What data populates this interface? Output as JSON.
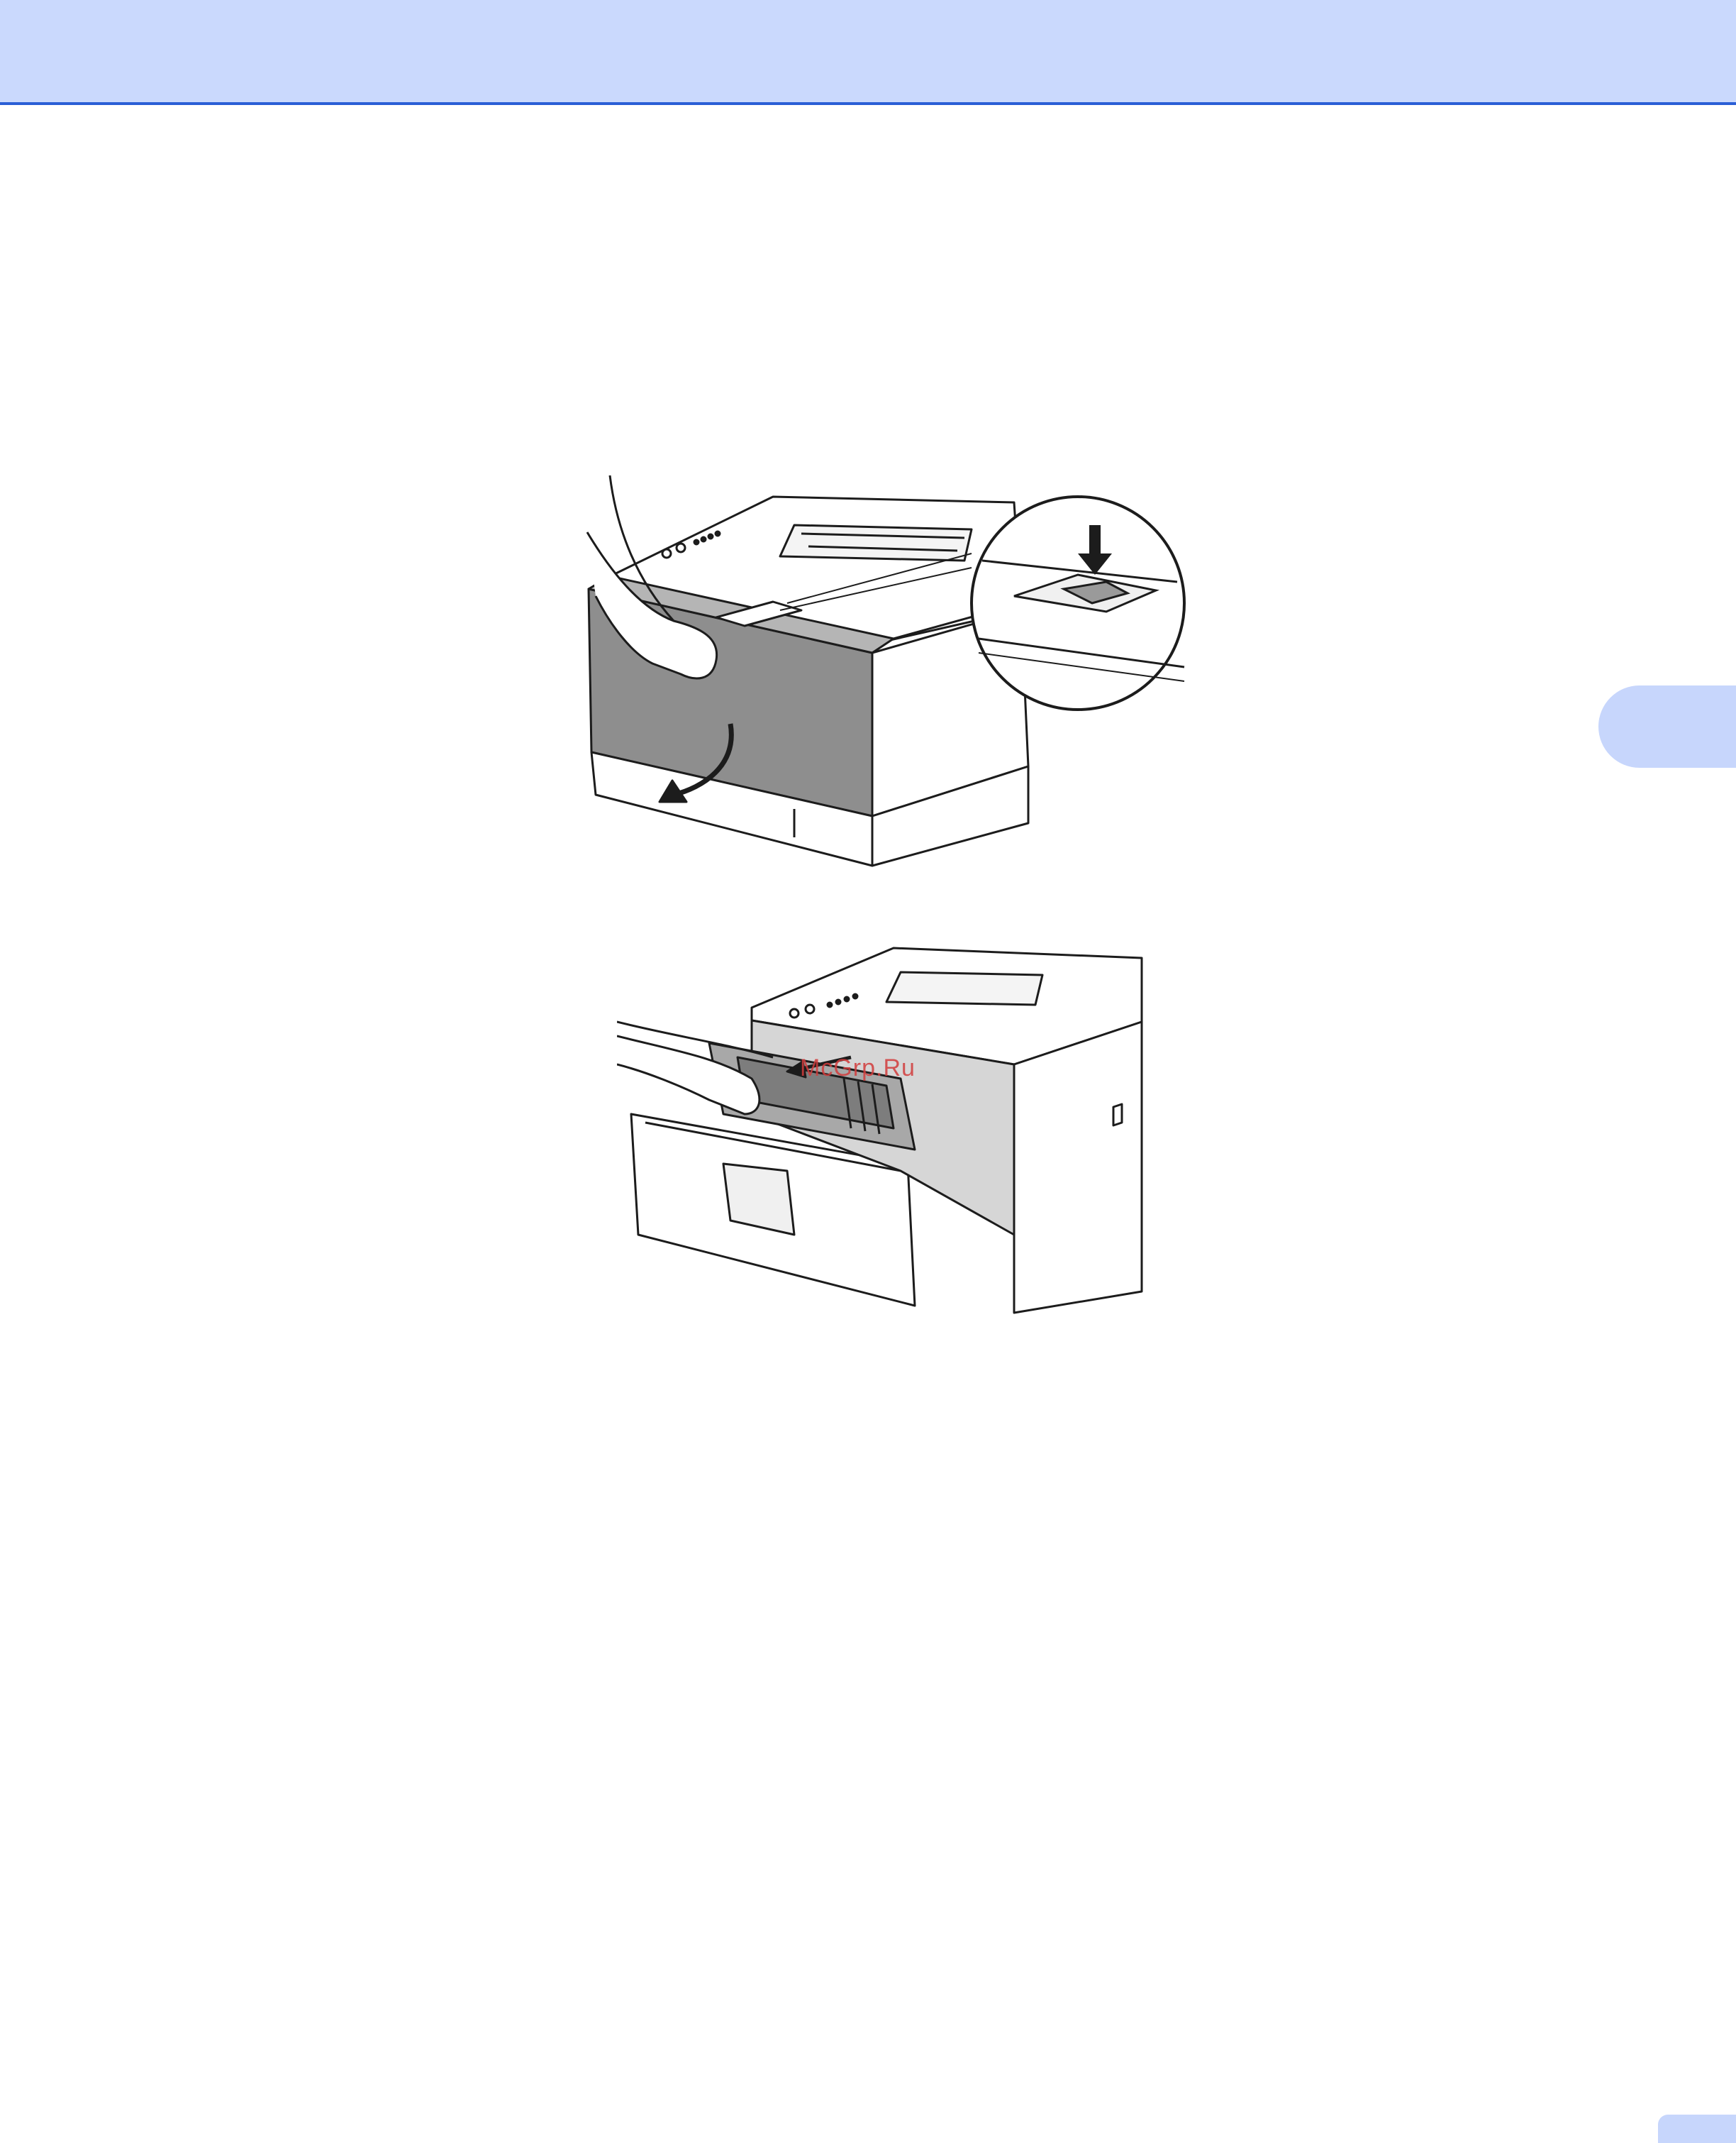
{
  "document": {
    "watermark_text": "McGrp.Ru",
    "colors": {
      "header_band": "#cad9fd",
      "header_rule": "#2a5fd6",
      "chapter_tab": "#c7d6fc",
      "line_art": "#1c1c1c",
      "printer_gray": "#8e8e8e",
      "watermark": "#d23c3c"
    },
    "figures": [
      {
        "id": "figure-open-front-cover",
        "icon": "printer-front-cover-release-illustration"
      },
      {
        "id": "figure-remove-drum-unit",
        "icon": "printer-drum-removal-illustration"
      }
    ]
  }
}
